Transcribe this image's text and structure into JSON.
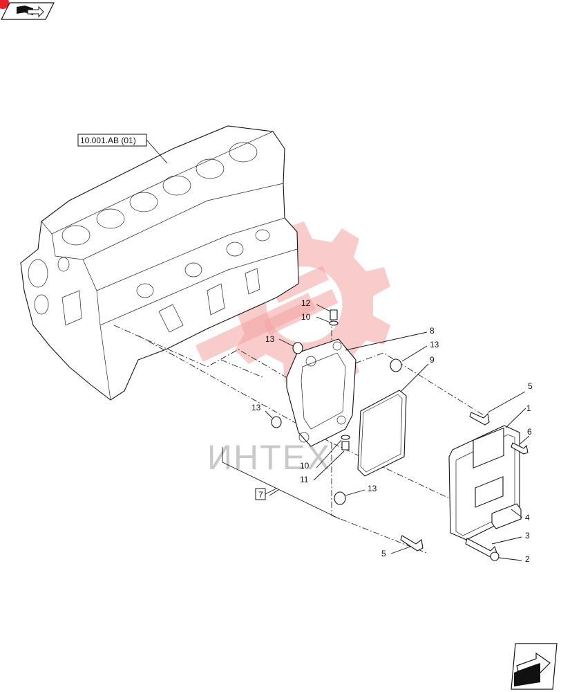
{
  "header": {
    "icon": "book-nav-icon"
  },
  "reference_tag": "10.001.AB (01)",
  "watermark": {
    "text": "ИНТЕХ",
    "color": "#f4a3a3"
  },
  "callouts": {
    "c1": "1",
    "c2": "2",
    "c3": "3",
    "c4": "4",
    "c5a": "5",
    "c5b": "5",
    "c6": "6",
    "c7": "7",
    "c8": "8",
    "c9": "9",
    "c10a": "10",
    "c10b": "10",
    "c11": "11",
    "c12": "12",
    "c13a": "13",
    "c13b": "13",
    "c13c": "13",
    "c13d": "13"
  },
  "footer": {
    "icon": "next-page-arrow-icon"
  }
}
